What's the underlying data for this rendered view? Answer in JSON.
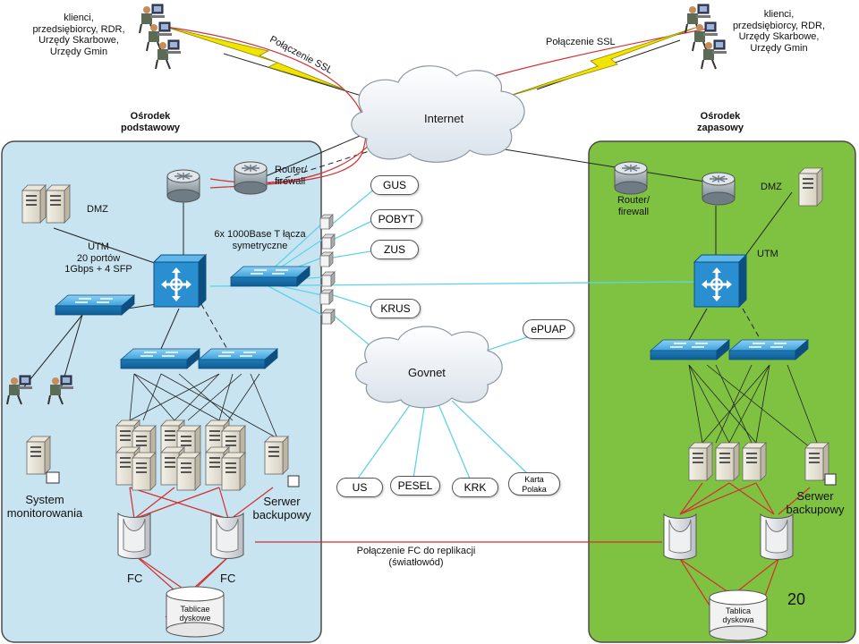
{
  "clients_label": "klienci,\nprzedsiębiorcy, RDR,\nUrzędy Skarbowe,\nUrzędy Gmin",
  "ssl_label_left": "Połączenie SSL",
  "ssl_label_right": "Połączenie SSL",
  "internet_label": "Internet",
  "govnet_label": "Govnet",
  "primary_site": {
    "title": "Ośrodek\npodstawowy",
    "router_label": "Router/\nfirewall",
    "dmz_label": "DMZ",
    "utm_label": "UTM\n20 portów\n1Gbps + 4 SFP",
    "monitoring_label": "System\nmonitorowania",
    "backup_label": "Serwer\nbackupowy",
    "fc_left": "FC",
    "fc_right": "FC",
    "storage_label": "Tablicae\ndyskowe"
  },
  "backup_site": {
    "title": "Ośrodek\nzapasowy",
    "router_label": "Router/\nfirewall",
    "dmz_label": "DMZ",
    "utm_label": "UTM",
    "backup_label": "Serwer\nbackupowy",
    "storage_label": "Tablica\ndyskowa"
  },
  "links_label": "6x 1000Base T łącza\nsymetryczne",
  "services": {
    "gus": "GUS",
    "pobyt": "POBYT",
    "zus": "ZUS",
    "krus": "KRUS",
    "epuap": "ePUAP"
  },
  "govnet_services": {
    "us": "US",
    "pesel": "PESEL",
    "krk": "KRK",
    "karta": "Karta\nPolaka"
  },
  "replication_label": "Połączenie FC do replikacji\n(światłowód)",
  "page_number": "20",
  "colors": {
    "primary_bg": "#c8e4f0",
    "backup_bg": "#7fc241",
    "cyan_link": "#5fd3e6",
    "red_link": "#d32f2f",
    "switch_blue": "#2a8fd0",
    "lightning": "#f2e400"
  }
}
